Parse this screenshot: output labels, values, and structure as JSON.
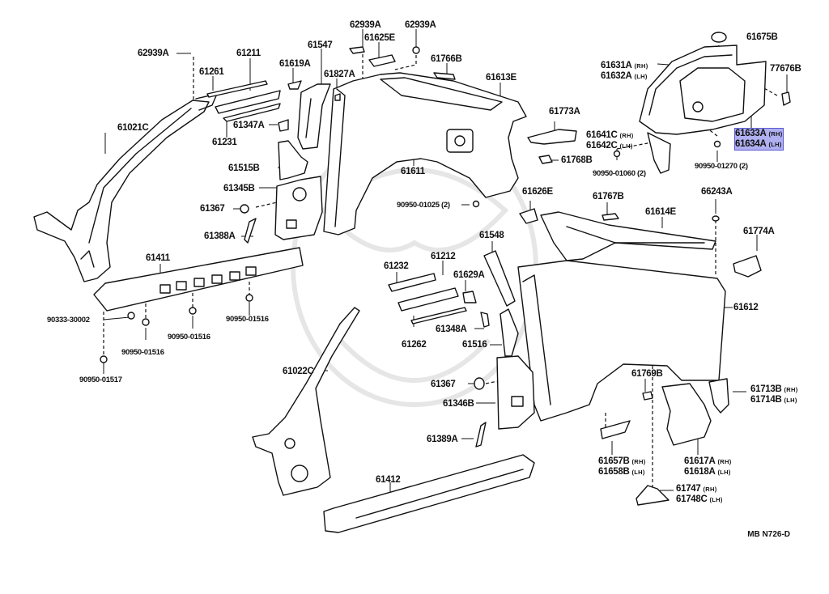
{
  "diagram": {
    "title": "Body side panel parts",
    "drawing_code": "MB N726-D",
    "highlight_color": "#6e6ee6",
    "labels": [
      {
        "id": "l01",
        "rows": [
          {
            "part": "62939A"
          }
        ]
      },
      {
        "id": "l02",
        "rows": [
          {
            "part": "61211"
          }
        ]
      },
      {
        "id": "l03",
        "rows": [
          {
            "part": "61261"
          }
        ]
      },
      {
        "id": "l04",
        "rows": [
          {
            "part": "61619A"
          }
        ]
      },
      {
        "id": "l05",
        "rows": [
          {
            "part": "61547"
          }
        ]
      },
      {
        "id": "l06",
        "rows": [
          {
            "part": "61827A"
          }
        ]
      },
      {
        "id": "l07",
        "rows": [
          {
            "part": "62939A"
          }
        ]
      },
      {
        "id": "l08",
        "rows": [
          {
            "part": "61625E"
          }
        ]
      },
      {
        "id": "l09",
        "rows": [
          {
            "part": "62939A"
          }
        ]
      },
      {
        "id": "l10",
        "rows": [
          {
            "part": "61766B"
          }
        ]
      },
      {
        "id": "l11",
        "rows": [
          {
            "part": "61613E"
          }
        ]
      },
      {
        "id": "l12",
        "rows": [
          {
            "part": "61675B"
          }
        ]
      },
      {
        "id": "l13",
        "rows": [
          {
            "part": "61631A",
            "side": "(RH)"
          },
          {
            "part": "61632A",
            "side": "(LH)"
          }
        ]
      },
      {
        "id": "l14",
        "rows": [
          {
            "part": "77676B"
          }
        ]
      },
      {
        "id": "l15",
        "rows": [
          {
            "part": "61633A",
            "side": "(RH)"
          },
          {
            "part": "61634A",
            "side": "(LH)"
          }
        ],
        "highlighted": true
      },
      {
        "id": "l16",
        "rows": [
          {
            "part": "61021C"
          }
        ]
      },
      {
        "id": "l17",
        "rows": [
          {
            "part": "61347A"
          }
        ]
      },
      {
        "id": "l18",
        "rows": [
          {
            "part": "61231"
          }
        ]
      },
      {
        "id": "l19",
        "rows": [
          {
            "part": "61515B"
          }
        ]
      },
      {
        "id": "l20",
        "rows": [
          {
            "part": "61345B"
          }
        ]
      },
      {
        "id": "l21",
        "rows": [
          {
            "part": "61367"
          }
        ]
      },
      {
        "id": "l22",
        "rows": [
          {
            "part": "61388A"
          }
        ]
      },
      {
        "id": "l23",
        "rows": [
          {
            "part": "61611"
          }
        ]
      },
      {
        "id": "l24",
        "rows": [
          {
            "part": "61773A"
          }
        ]
      },
      {
        "id": "l25",
        "rows": [
          {
            "part": "61641C",
            "side": "(RH)"
          },
          {
            "part": "61642C",
            "side": "(LH)"
          }
        ]
      },
      {
        "id": "l26",
        "rows": [
          {
            "part": "61768B"
          }
        ]
      },
      {
        "id": "l27",
        "rows": [
          {
            "part": "90950-01060 (2)"
          }
        ]
      },
      {
        "id": "l28",
        "rows": [
          {
            "part": "90950-01270 (2)"
          }
        ]
      },
      {
        "id": "l29",
        "rows": [
          {
            "part": "90950-01025 (2)"
          }
        ]
      },
      {
        "id": "l30",
        "rows": [
          {
            "part": "61626E"
          }
        ]
      },
      {
        "id": "l31",
        "rows": [
          {
            "part": "61767B"
          }
        ]
      },
      {
        "id": "l32",
        "rows": [
          {
            "part": "66243A"
          }
        ]
      },
      {
        "id": "l33",
        "rows": [
          {
            "part": "61614E"
          }
        ]
      },
      {
        "id": "l34",
        "rows": [
          {
            "part": "61774A"
          }
        ]
      },
      {
        "id": "l35",
        "rows": [
          {
            "part": "61411"
          }
        ]
      },
      {
        "id": "l36",
        "rows": [
          {
            "part": "90333-30002"
          }
        ]
      },
      {
        "id": "l37",
        "rows": [
          {
            "part": "90950-01516"
          }
        ]
      },
      {
        "id": "l38",
        "rows": [
          {
            "part": "90950-01516"
          }
        ]
      },
      {
        "id": "l39",
        "rows": [
          {
            "part": "90950-01516"
          }
        ]
      },
      {
        "id": "l40",
        "rows": [
          {
            "part": "90950-01517"
          }
        ]
      },
      {
        "id": "l41",
        "rows": [
          {
            "part": "61232"
          }
        ]
      },
      {
        "id": "l42",
        "rows": [
          {
            "part": "61212"
          }
        ]
      },
      {
        "id": "l43",
        "rows": [
          {
            "part": "61548"
          }
        ]
      },
      {
        "id": "l44",
        "rows": [
          {
            "part": "61629A"
          }
        ]
      },
      {
        "id": "l45",
        "rows": [
          {
            "part": "61348A"
          }
        ]
      },
      {
        "id": "l46",
        "rows": [
          {
            "part": "61262"
          }
        ]
      },
      {
        "id": "l47",
        "rows": [
          {
            "part": "61516"
          }
        ]
      },
      {
        "id": "l48",
        "rows": [
          {
            "part": "61612"
          }
        ]
      },
      {
        "id": "l49",
        "rows": [
          {
            "part": "61022C"
          }
        ]
      },
      {
        "id": "l50",
        "rows": [
          {
            "part": "61367"
          }
        ]
      },
      {
        "id": "l51",
        "rows": [
          {
            "part": "61346B"
          }
        ]
      },
      {
        "id": "l52",
        "rows": [
          {
            "part": "61389A"
          }
        ]
      },
      {
        "id": "l53",
        "rows": [
          {
            "part": "61412"
          }
        ]
      },
      {
        "id": "l54",
        "rows": [
          {
            "part": "61769B"
          }
        ]
      },
      {
        "id": "l55",
        "rows": [
          {
            "part": "61713B",
            "side": "(RH)"
          },
          {
            "part": "61714B",
            "side": "(LH)"
          }
        ]
      },
      {
        "id": "l56",
        "rows": [
          {
            "part": "61657B",
            "side": "(RH)"
          },
          {
            "part": "61658B",
            "side": "(LH)"
          }
        ]
      },
      {
        "id": "l57",
        "rows": [
          {
            "part": "61617A",
            "side": "(RH)"
          },
          {
            "part": "61618A",
            "side": "(LH)"
          }
        ]
      },
      {
        "id": "l58",
        "rows": [
          {
            "part": "61747",
            "side": "(RH)"
          },
          {
            "part": "61748C",
            "side": "(LH)"
          }
        ]
      }
    ]
  }
}
